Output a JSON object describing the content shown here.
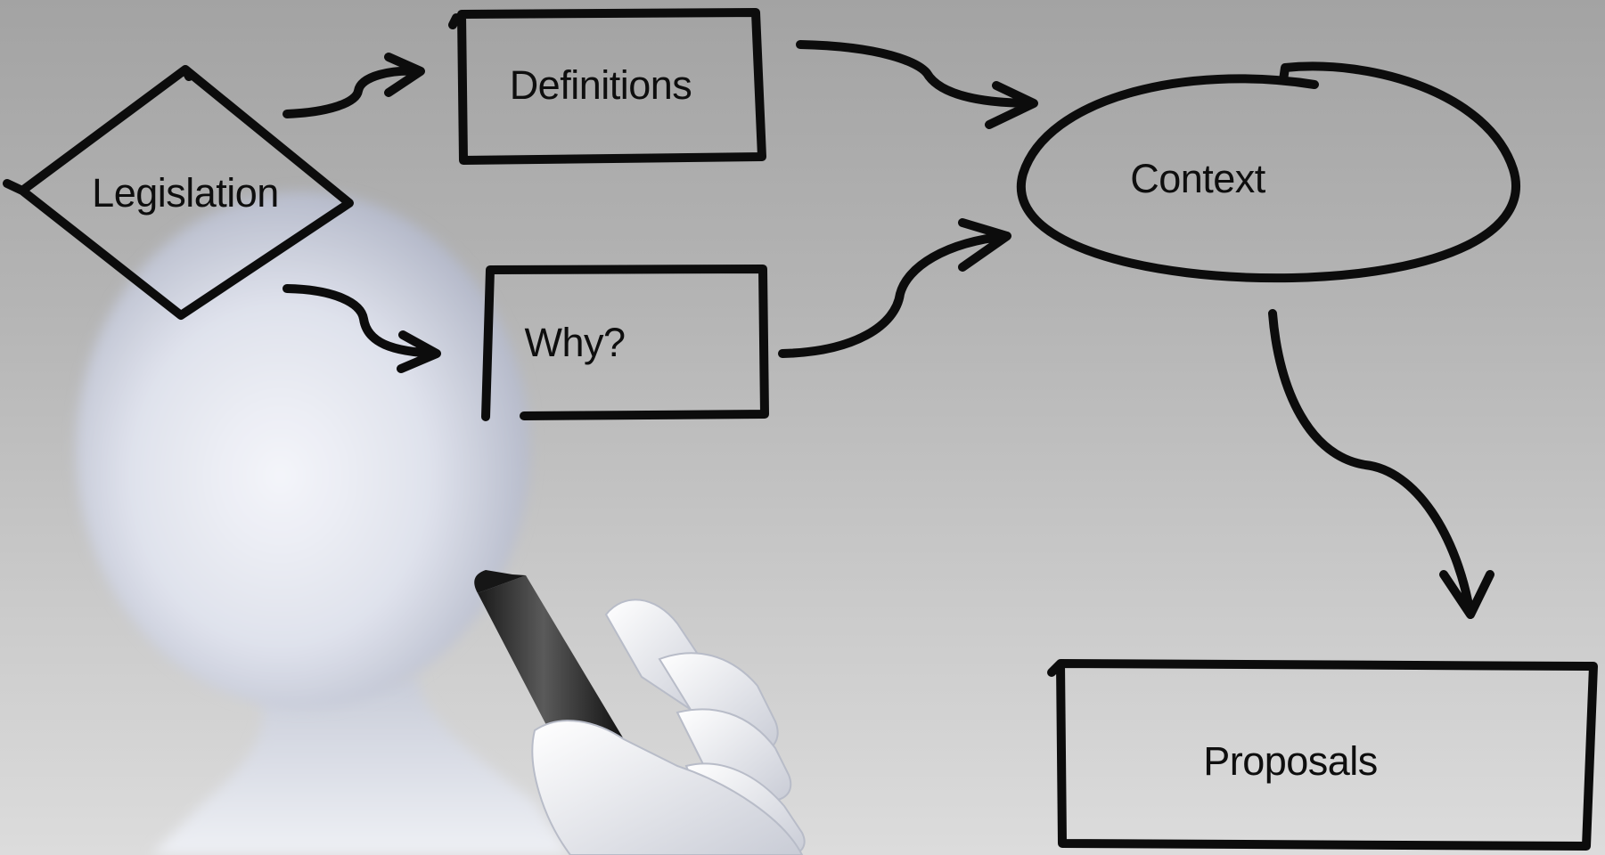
{
  "diagram": {
    "nodes": {
      "legislation": "Legislation",
      "definitions": "Definitions",
      "why": "Why?",
      "context": "Context",
      "proposals": "Proposals"
    },
    "edges": [
      {
        "from": "Legislation",
        "to": "Definitions"
      },
      {
        "from": "Legislation",
        "to": "Why?"
      },
      {
        "from": "Definitions",
        "to": "Context"
      },
      {
        "from": "Why?",
        "to": "Context"
      },
      {
        "from": "Context",
        "to": "Proposals"
      }
    ]
  },
  "colors": {
    "ink": "#0c0c0c",
    "background_top": "#a3a3a3",
    "background_bottom": "#dcdcdc",
    "figure": "#e8eaf2"
  },
  "illustration": {
    "figure": "stick-figure-head",
    "tool": "marker-pen",
    "hand": "gloved-hand"
  }
}
